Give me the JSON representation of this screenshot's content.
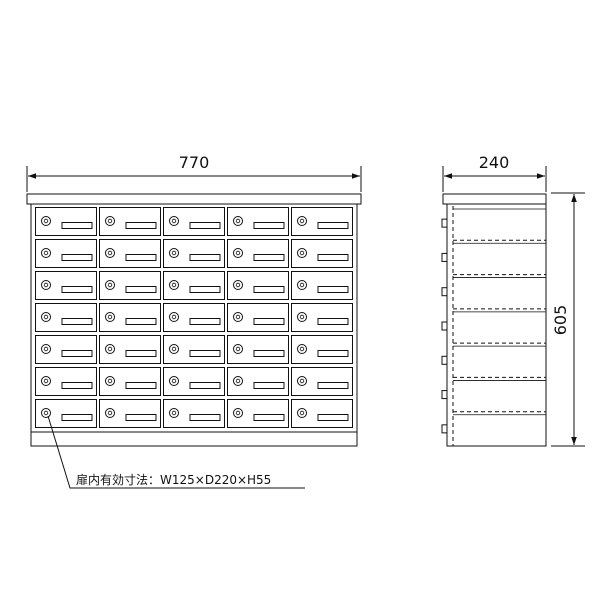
{
  "front_view": {
    "width_label": "770",
    "rows": 7,
    "columns": 5
  },
  "side_view": {
    "depth_label": "240",
    "height_label": "605"
  },
  "note": {
    "text": "扉内有効寸法：W125×D220×H55"
  },
  "colors": {
    "line": "#111111",
    "background": "#ffffff"
  }
}
